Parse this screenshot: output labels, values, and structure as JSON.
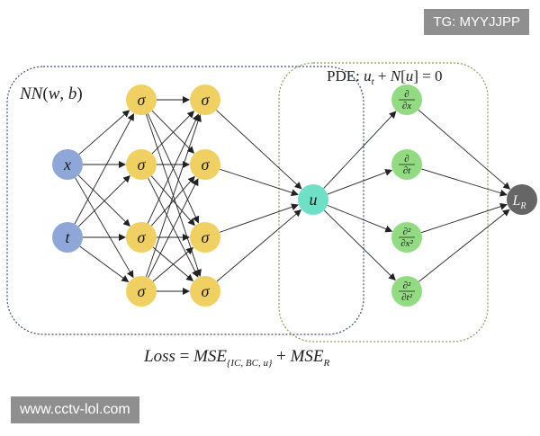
{
  "watermarks": {
    "top_right": "TG: MYYJJPP",
    "bottom_left": "www.cctv-lol.com"
  },
  "labels": {
    "nn": "NN(w, b)",
    "pde": "PDE: ut + N[u] = 0",
    "loss": "Loss = MSE{IC, BC, u} + MSER"
  },
  "nodes": {
    "input": [
      "x",
      "t"
    ],
    "hidden_symbol": "σ",
    "output": "u",
    "derivatives": [
      "∂/∂x",
      "∂/∂t",
      "∂²/∂x²",
      "∂²/∂t²"
    ],
    "residual": "LR"
  },
  "colors": {
    "input": "#8fa6d8",
    "hidden": "#f0cf63",
    "output": "#6fe0c6",
    "derivative": "#93db83",
    "residual": "#666666",
    "nn_box": "#3a4f7a",
    "pde_box": "#8a9a5b"
  }
}
